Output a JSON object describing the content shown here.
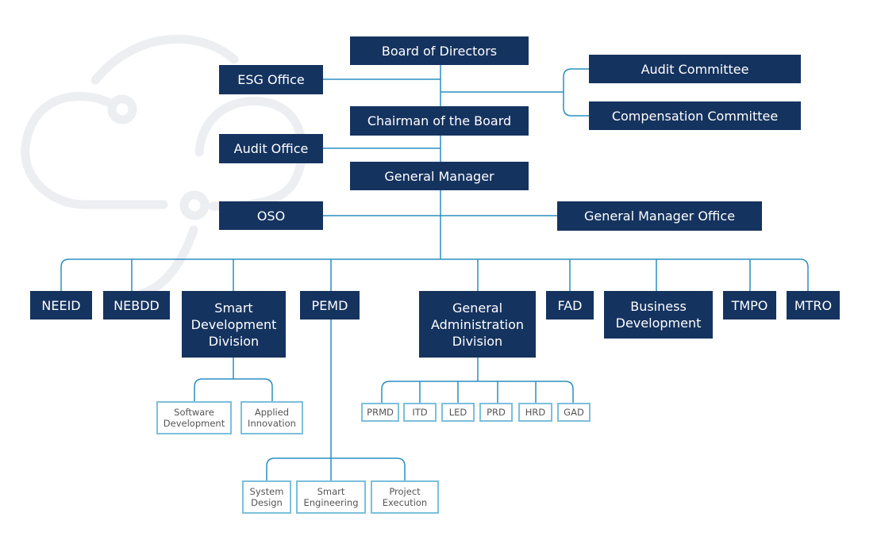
{
  "colors": {
    "box_fill": "#15335f",
    "box_text": "#ffffff",
    "line": "#2a8fc0",
    "small_border": "#7cbfdc",
    "small_text": "#555555",
    "background_art": "#eceef2"
  },
  "background_icon": "cloud-outline-icon",
  "top": {
    "board": "Board of Directors",
    "esg": "ESG Office",
    "audit_committee": "Audit Committee",
    "compensation_committee": "Compensation Committee",
    "chairman": "Chairman of the Board",
    "audit_office": "Audit Office",
    "general_manager": "General Manager",
    "oso": "OSO",
    "gm_office": "General Manager Office"
  },
  "divisions": [
    "NEEID",
    "NEBDD",
    "Smart Development Division",
    "PEMD",
    "General Administration Division",
    "FAD",
    "Business Development",
    "TMPO",
    "MTRO"
  ],
  "smart_dev_units": [
    "Software Development",
    "Applied Innovation"
  ],
  "gad_units": [
    "PRMD",
    "ITD",
    "LED",
    "PRD",
    "HRD",
    "GAD"
  ],
  "pemd_units": [
    "System Design",
    "Smart Engineering",
    "Project Execution"
  ]
}
